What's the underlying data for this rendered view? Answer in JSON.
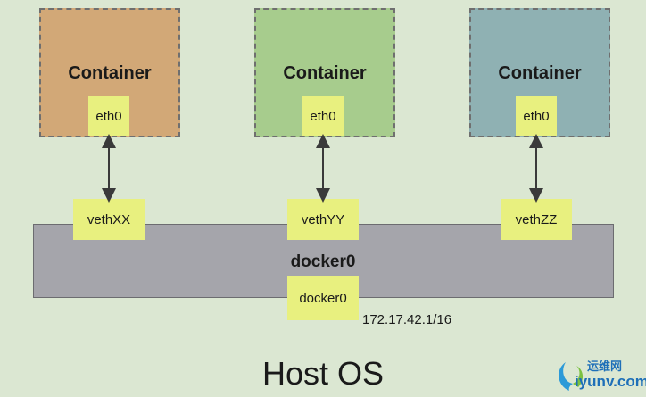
{
  "containers": [
    {
      "title": "Container",
      "iface": "eth0",
      "color": "#d2a877"
    },
    {
      "title": "Container",
      "iface": "eth0",
      "color": "#a7cc8d"
    },
    {
      "title": "Container",
      "iface": "eth0",
      "color": "#8fb1b3"
    }
  ],
  "veths": [
    "vethXX",
    "vethYY",
    "vethZZ"
  ],
  "bridge": {
    "title": "docker0",
    "iface": "docker0",
    "ip": "172.17.42.1/16"
  },
  "host": {
    "label": "Host OS"
  },
  "watermark": {
    "brand": "运维网",
    "url": "iyunv.com"
  }
}
